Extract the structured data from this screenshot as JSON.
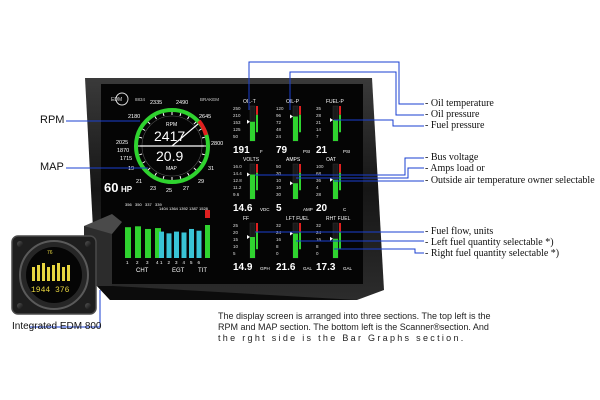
{
  "brand": "EDM",
  "labels": {
    "rpm": "RPM",
    "map": "MAP",
    "device": "Integrated EDM 800"
  },
  "callouts": [
    "- Oil temperature",
    "- Oil pressure",
    "- Fuel pressure",
    "- Bus voltage",
    "- Amps load or",
    "- Outside air temperature owner selectable",
    "- Fuel flow, units",
    "- Left fuel quantity selectable *)",
    "- Right fuel quantity selectable *)"
  ],
  "caption": {
    "line1": "The display screen is arranged into three sections. The top left is the",
    "line2": "RPM and MAP section. The bottom left is the Scanner®section. And",
    "line3": "the rght side is the Bar Graphs section."
  },
  "dial": {
    "rpm_value": "2417",
    "rpm_unit": "RPM",
    "map_value": "20.9",
    "map_unit": "MAP",
    "hp_value": "60",
    "hp_unit": "HP",
    "top_left_text": "8834",
    "top_right_text": "BRAKEM",
    "rpm_ticks": [
      "2180",
      "2335",
      "2490",
      "2645",
      "2025",
      "2800",
      "1870",
      "1715"
    ],
    "map_ticks": [
      "19",
      "21",
      "23",
      "25",
      "27",
      "29",
      "31"
    ]
  },
  "bars": [
    {
      "name": "OIL-T",
      "value": "191",
      "unit": "F",
      "ticks": [
        "250",
        "210",
        "153",
        "125",
        "50"
      ]
    },
    {
      "name": "OIL-P",
      "value": "79",
      "unit": "PSI",
      "ticks": [
        "120",
        "96",
        "72",
        "48",
        "24"
      ]
    },
    {
      "name": "FUEL-P",
      "value": "21",
      "unit": "PSI",
      "ticks": [
        "35",
        "28",
        "21",
        "14",
        "7"
      ]
    },
    {
      "name": "VOLTS",
      "value": "14.6",
      "unit": "VDC",
      "ticks": [
        "16.0",
        "14.4",
        "12.8",
        "11.2",
        "9.6"
      ]
    },
    {
      "name": "AMPS",
      "value": "5",
      "unit": "AMP",
      "ticks": [
        "50",
        "30",
        "10",
        "10",
        "30"
      ]
    },
    {
      "name": "OAT",
      "value": "20",
      "unit": "C",
      "ticks": [
        "100",
        "68",
        "36",
        "4",
        "28"
      ]
    },
    {
      "name": "FF",
      "value": "14.9",
      "unit": "GPH",
      "ticks": [
        "25",
        "20",
        "15",
        "10",
        "5"
      ]
    },
    {
      "name": "LFT FUEL",
      "value": "21.6",
      "unit": "GAL",
      "ticks": [
        "32",
        "24",
        "16",
        "8",
        "0"
      ]
    },
    {
      "name": "RHT FUEL",
      "value": "17.3",
      "unit": "GAL",
      "ticks": [
        "32",
        "24",
        "16",
        "8",
        "0"
      ]
    }
  ],
  "scanner": {
    "cht_label": "CHT",
    "egt_label": "EGT",
    "tit_label": "TIT",
    "cht_values": [
      "356",
      "350",
      "337",
      "339"
    ],
    "egt_values": [
      "1404",
      "1364",
      "1392",
      "1387",
      "1528"
    ],
    "cyl_numbers": [
      "1",
      "2",
      "3",
      "4",
      "1",
      "2",
      "3",
      "4",
      "5",
      "6"
    ]
  },
  "device": {
    "readout": "1944 376",
    "top_text": "76"
  },
  "colors": {
    "screen": "#060606",
    "bezel": "#1b1b1b",
    "green": "#2fd32f",
    "red": "#e02020",
    "cyan": "#39c4d6",
    "yellow": "#e8d640",
    "leader": "#1a3fd0"
  }
}
